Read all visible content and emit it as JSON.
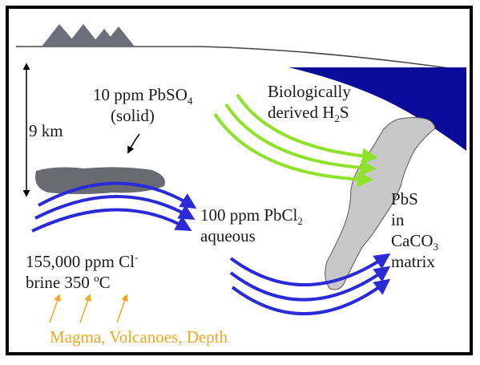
{
  "labels": {
    "depth": "9 km",
    "pbso4_line1_pre": "10 ppm PbSO",
    "pbso4_line1_sub": "4",
    "pbso4_line2": "(solid)",
    "bio_line1": "Biologically",
    "bio_line2_pre": "derived H",
    "bio_line2_sub": "2",
    "bio_line2_post": "S",
    "pbcl2_line1_pre": "100 ppm PbCl",
    "pbcl2_line1_sub": "2",
    "pbcl2_line2": "aqueous",
    "pbs_line1": "PbS",
    "pbs_line2": "in",
    "pbs_line3_pre": "CaCO",
    "pbs_line3_sub": "3",
    "pbs_line4": "matrix",
    "brine_line1_pre": "155,000 ppm Cl",
    "brine_line1_sup": "-",
    "brine_line2_pre": "brine 350 ",
    "brine_line2_sup": "o",
    "brine_line2_post": "C",
    "heat_source": "Magma, Volcanoes, Depth"
  },
  "colors": {
    "frame": "#000000",
    "mountains": "#6e6e7a",
    "sea": "#0b0b9a",
    "blue_arrows": "#2a2ad6",
    "green_arrows": "#8fe22c",
    "orange_arrows": "#f5a623",
    "orebody": "#c8c8c8",
    "shale_layer": "#6a6a72"
  },
  "icons": {
    "depth_arrow": "double-headed-arrow-icon",
    "pointer": "pointer-arrow-icon"
  }
}
